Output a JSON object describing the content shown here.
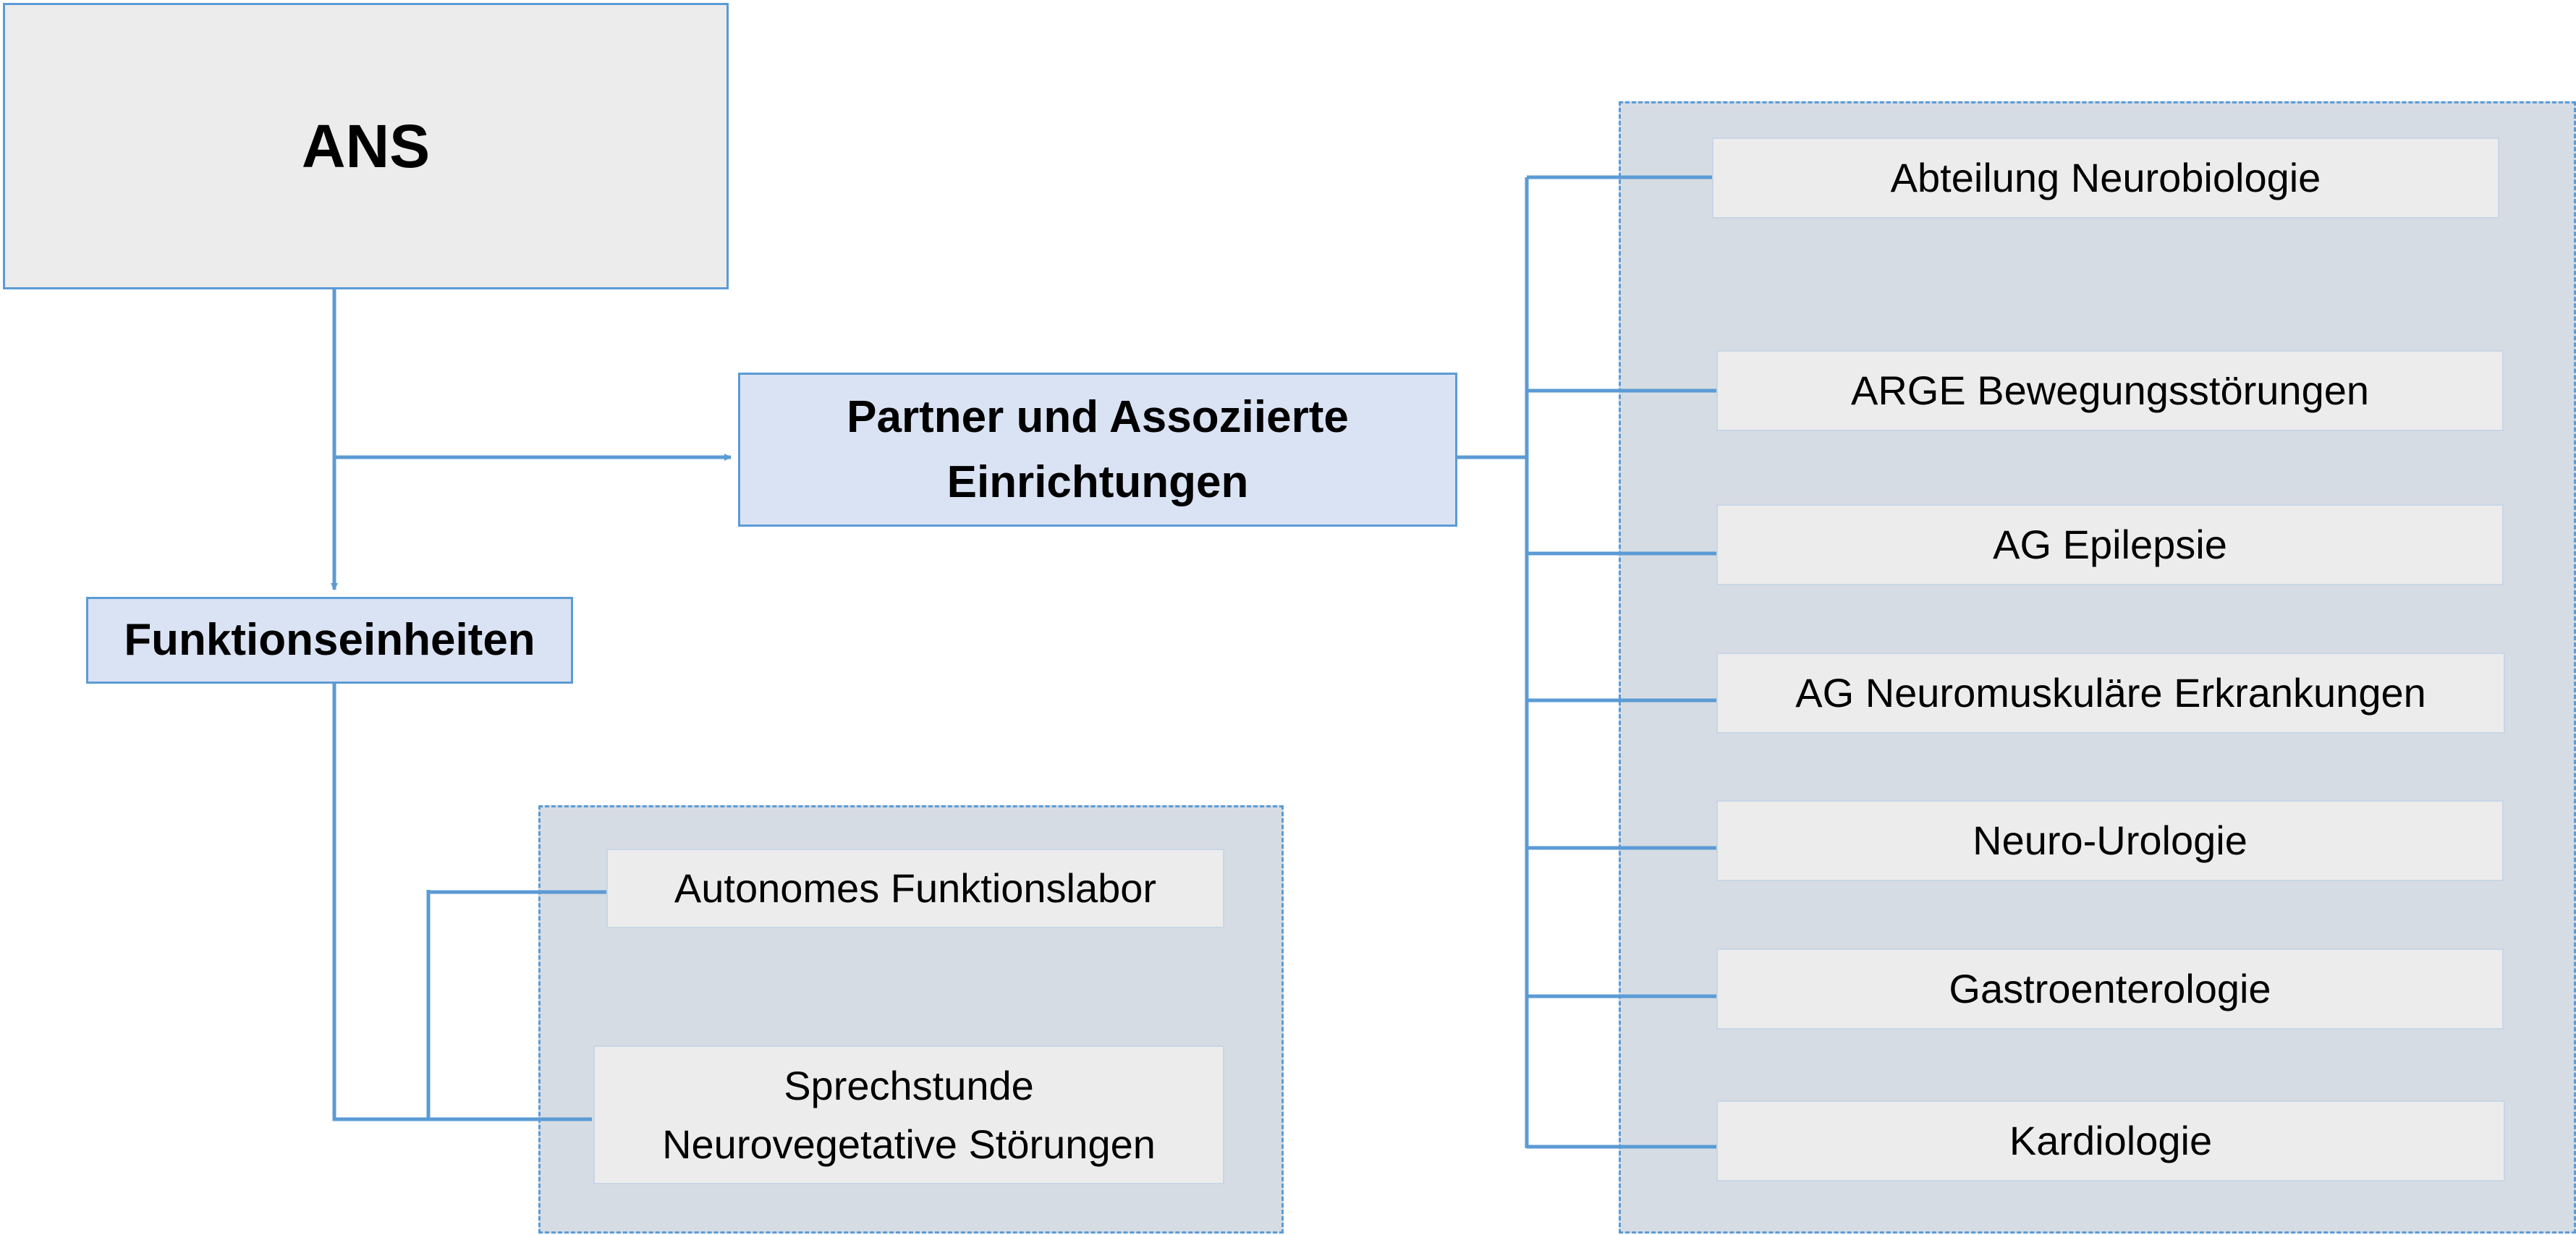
{
  "root": {
    "label": "ANS"
  },
  "partner": {
    "line1": "Partner und Assoziierte",
    "line2": "Einrichtungen"
  },
  "funktion": {
    "label": "Funktionseinheiten"
  },
  "funktion_items": {
    "labor": "Autonomes Funktionslabor",
    "sprech_line1": "Sprechstunde",
    "sprech_line2": "Neurovegetative Störungen"
  },
  "partner_items": [
    "Abteilung Neurobiologie",
    "ARGE Bewegungsstörungen",
    "AG Epilepsie",
    "AG Neuromuskuläre Erkrankungen",
    "Neuro-Urologie",
    "Gastroenterologie",
    "Kardiologie"
  ],
  "colors": {
    "connector": "#5b9bd5",
    "root_fill": "#ececec",
    "level1_fill": "#dae3f3",
    "group_fill": "#d6dce4",
    "leaf_fill": "#ececec"
  }
}
